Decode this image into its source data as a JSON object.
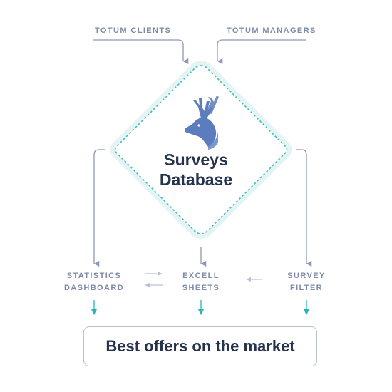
{
  "inputs": {
    "clients": "TOTUM CLIENTS",
    "managers": "TOTUM MANAGERS"
  },
  "database": {
    "line1": "Surveys",
    "line2": "Database",
    "logo_icon": "deer-head-icon"
  },
  "outputs": {
    "statistics": {
      "line1": "STATISTICS",
      "line2": "DASHBOARD"
    },
    "excell": {
      "line1": "EXCELL",
      "line2": "SHEETS"
    },
    "survey": {
      "line1": "SURVEY",
      "line2": "FILTER"
    }
  },
  "result": {
    "label": "Best offers on the market"
  },
  "colors": {
    "line": "#8d98b4",
    "teal": "#2bb5b2",
    "dash": "#3fbdb6",
    "glow": "#e7f6f6",
    "text_dark": "#25334f",
    "text_label": "#7d8aa7",
    "deer": "#5b7dbd"
  }
}
